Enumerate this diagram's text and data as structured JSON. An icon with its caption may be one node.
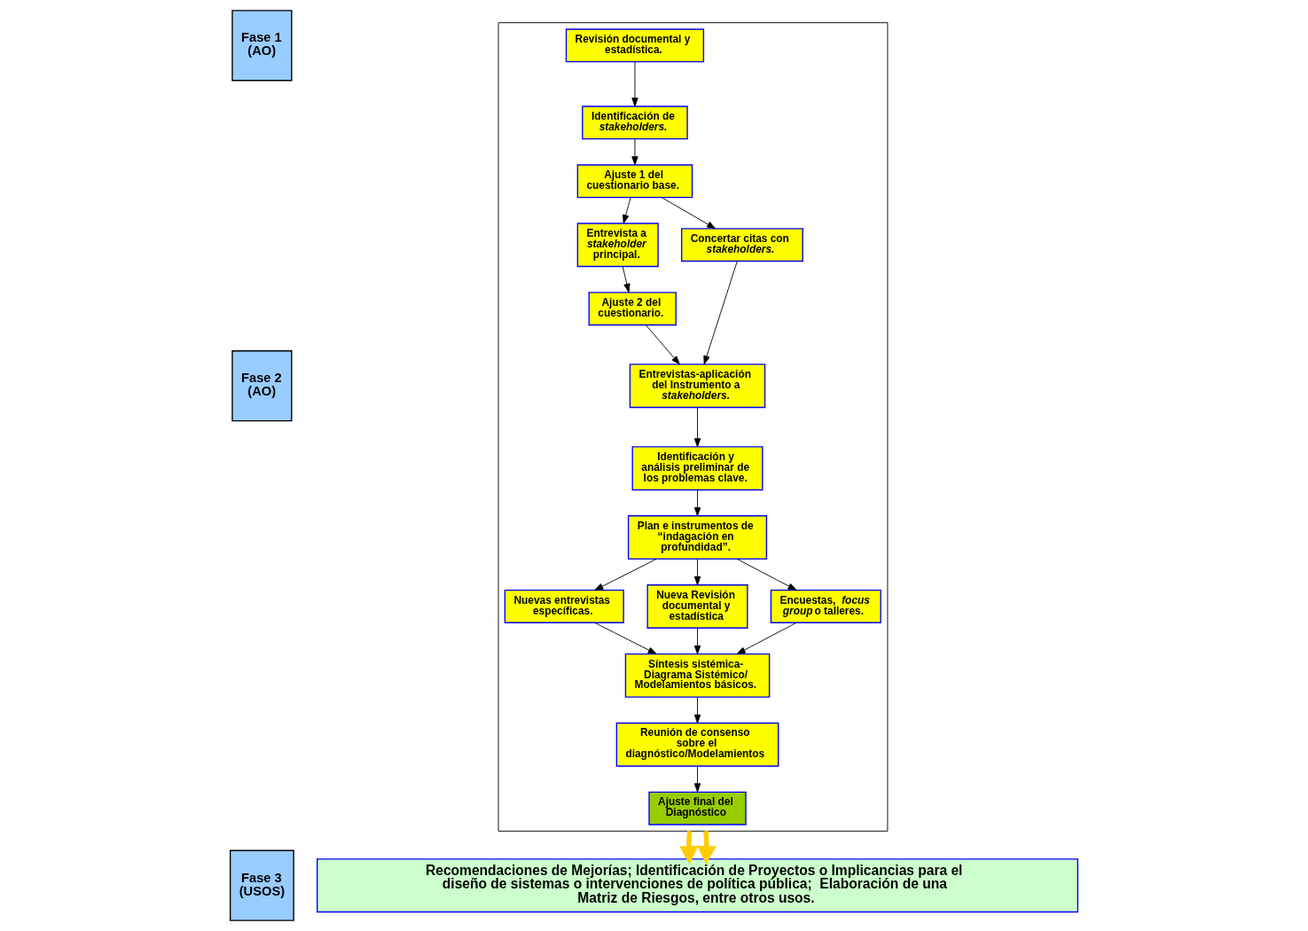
{
  "diagram": {
    "nodes": [
      {
        "text": [
          "Fase 1 (AO)"
        ]
      },
      {
        "text": [
          "Fase 2 (AO)"
        ]
      },
      {
        "text": [
          "Fase 3 (USOS)"
        ]
      },
      {
        "text": [],
        "shape": "box"
      },
      {
        "text": [
          "Revisión documental y estadística."
        ],
        "in": 3
      },
      {
        "text": [
          "Identificación de *stakeholders.*"
        ],
        "in": 3
      },
      {
        "text": [
          "Ajuste 1 del cuestionario base."
        ],
        "in": 3
      },
      {
        "text": [
          "Entrevista a *stakeholder* principal."
        ],
        "in": 3
      },
      {
        "text": [
          "Concertar citas con *stakeholders.*"
        ],
        "in": 3
      },
      {
        "text": [
          "Ajuste 2 del cuestionario."
        ],
        "in": 3
      },
      {
        "text": [
          "Entrevistas-aplicación del Instrumento a *stakeholders.*"
        ],
        "in": 3
      },
      {
        "text": [
          "Identificación y análisis preliminar de los problemas clave."
        ],
        "in": 3
      },
      {
        "text": [
          "Plan e instrumentos de “indagación en profundidad”."
        ],
        "in": 3
      },
      {
        "text": [
          "Nuevas entrevistas específicas."
        ],
        "in": 3
      },
      {
        "text": [
          "Nueva Revisión documental y estadística"
        ],
        "in": 3
      },
      {
        "text": [
          "Encuestas, *focus group* o talleres."
        ],
        "in": 3
      },
      {
        "text": [
          "Síntesis sistémica- Diagrama Sistémico/ Modelamientos básicos."
        ],
        "in": 3
      },
      {
        "text": [
          "Reunión de consenso sobre el diagnóstico/Modelamientos"
        ],
        "in": 3
      },
      {
        "text": [
          "Ajuste final del Diagnóstico"
        ],
        "in": 3
      },
      {
        "text": [
          "Recomendaciones de Mejorías; Identificación de Proyectos o Implicancias para el diseño de sistemas o intervenciones de política pública;  Elaboración de una Matriz de Riesgos, entre otros usos."
        ]
      }
    ],
    "edges": [
      {
        "from": 4,
        "to": 5,
        "arrow": "to"
      },
      {
        "from": 5,
        "to": 6,
        "arrow": "to"
      },
      {
        "from": 6,
        "to": 7,
        "arrow": "to"
      },
      {
        "from": 6,
        "to": 8,
        "arrow": "to"
      },
      {
        "from": 7,
        "to": 9,
        "arrow": "to"
      },
      {
        "from": 9,
        "to": 10,
        "arrow": "to"
      },
      {
        "from": 8,
        "to": 10,
        "arrow": "to"
      },
      {
        "from": 10,
        "to": 11,
        "arrow": "to"
      },
      {
        "from": 11,
        "to": 12,
        "arrow": "to"
      },
      {
        "from": 12,
        "to": 13,
        "arrow": "to"
      },
      {
        "from": 12,
        "to": 14,
        "arrow": "to"
      },
      {
        "from": 12,
        "to": 15,
        "arrow": "to"
      },
      {
        "from": 13,
        "to": 16,
        "arrow": "to"
      },
      {
        "from": 14,
        "to": 16,
        "arrow": "to"
      },
      {
        "from": 15,
        "to": 16,
        "arrow": "to"
      },
      {
        "from": 16,
        "to": 17,
        "arrow": "to"
      },
      {
        "from": 17,
        "to": 18,
        "arrow": "to"
      },
      {
        "from": 3,
        "to": 19,
        "arrow": "to",
        "style": "thick",
        "color": "#ffcc00"
      },
      {
        "from": 3,
        "to": 19,
        "arrow": "to",
        "style": "thick",
        "color": "#ffcc00"
      }
    ]
  }
}
